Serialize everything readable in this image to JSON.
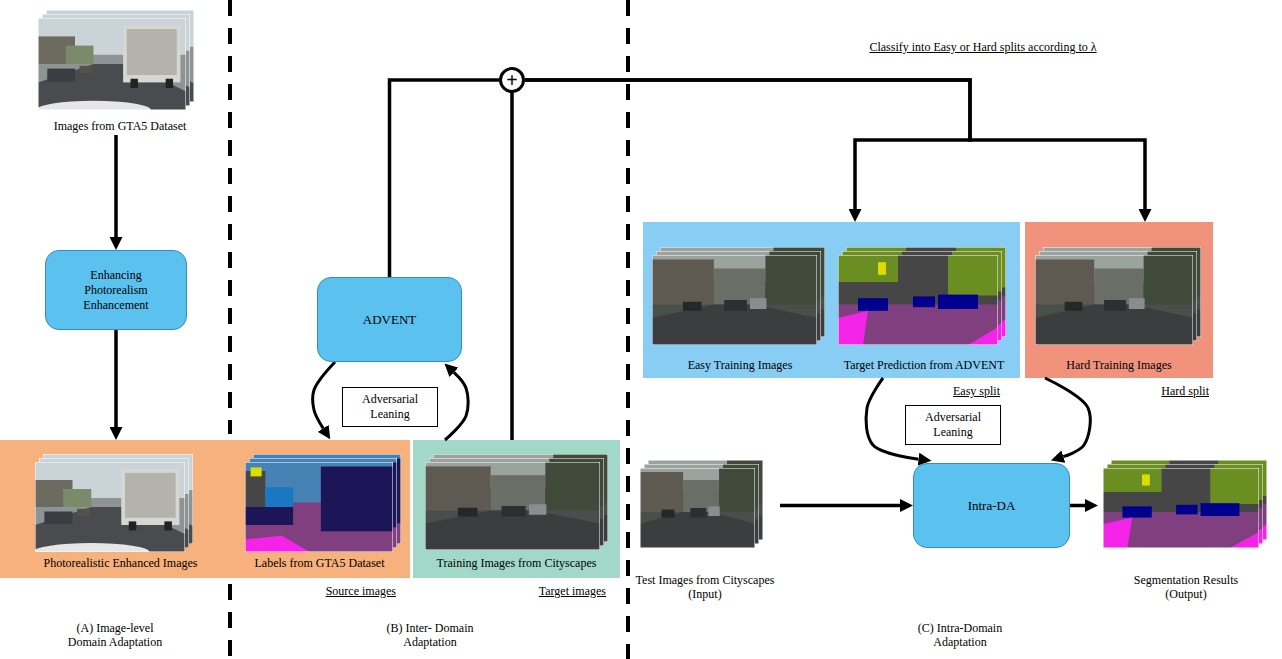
{
  "diagram": {
    "nodes": [
      {
        "text": [
          "Images from GTA5 Dataset"
        ]
      },
      {
        "text": [
          "Enhancing Photorealism Enhancement"
        ]
      },
      {
        "text": [
          "Source images"
        ]
      },
      {
        "text": [
          "Photorealistic Enhanced Images"
        ],
        "in": 2
      },
      {
        "text": [
          "Labels from GTA5 Dataset"
        ],
        "in": 2
      },
      {
        "text": [
          "ADVENT"
        ]
      },
      {
        "text": [
          "Adversarial Leaning"
        ]
      },
      {
        "text": [
          "Training Images from Cityscapes",
          "Target images"
        ]
      },
      {
        "text": [
          "+"
        ]
      },
      {
        "text": [
          "Easy split"
        ]
      },
      {
        "text": [
          "Easy Training Images"
        ],
        "in": 9
      },
      {
        "text": [
          "Target Prediction from ADVENT"
        ],
        "in": 9
      },
      {
        "text": [
          "Hard Training Images",
          "Hard split"
        ]
      },
      {
        "text": [
          "Adversarial Leaning"
        ]
      },
      {
        "text": [
          "Test Images from Cityscapes (Input)"
        ]
      },
      {
        "text": [
          "Intra-DA"
        ]
      },
      {
        "text": [
          "Segmentation Results (Output)"
        ]
      }
    ],
    "edges": [
      {
        "from": 0,
        "to": 1,
        "arrow": "to"
      },
      {
        "from": 1,
        "to": 3,
        "arrow": "to"
      },
      {
        "from": 5,
        "to": 4,
        "arrow": "to"
      },
      {
        "from": 7,
        "to": 5,
        "arrow": "to"
      },
      {
        "from": 5,
        "to": 8,
        "arrow": "none"
      },
      {
        "from": 7,
        "to": 8,
        "arrow": "none"
      },
      {
        "from": 8,
        "to": 9,
        "arrow": "to"
      },
      {
        "from": 8,
        "to": 12,
        "arrow": "to"
      },
      {
        "from": 9,
        "to": 15,
        "arrow": "to"
      },
      {
        "from": 12,
        "to": 15,
        "arrow": "to"
      },
      {
        "from": 14,
        "to": 15,
        "arrow": "to"
      },
      {
        "from": 15,
        "to": 16,
        "arrow": "to"
      }
    ],
    "labels": [
      "Classify into Easy or Hard splits according to λ",
      "(A) Image-level Domain Adaptation",
      "(B) Inter- Domain Adaptation",
      "(C) Intra-Domain Adaptation"
    ]
  }
}
